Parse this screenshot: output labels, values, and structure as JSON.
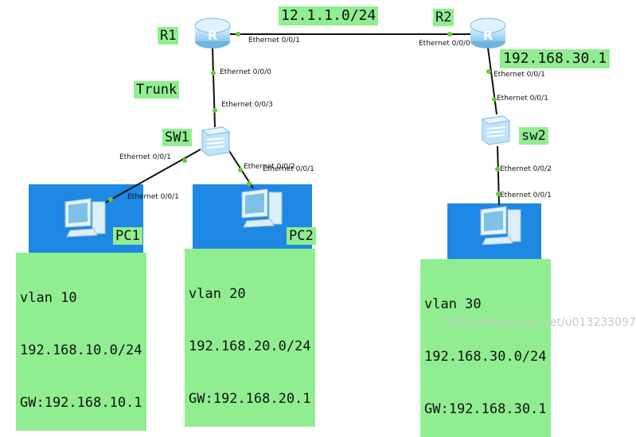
{
  "network": "12.1.1.0/24",
  "r1": {
    "label": "R1"
  },
  "r2": {
    "label": "R2",
    "ip": "192.168.30.1"
  },
  "trunk": "Trunk",
  "sw1": {
    "label": "SW1"
  },
  "sw2": {
    "label": "sw2"
  },
  "pc1": {
    "label": "PC1"
  },
  "pc2": {
    "label": "PC2"
  },
  "ports": {
    "r1_e001": "Ethernet 0/0/1",
    "r2_e000": "Ethernet 0/0/0",
    "r1_e000": "Ethernet 0/0/0",
    "sw1_e003": "Ethernet 0/0/3",
    "sw1_e001": "Ethernet 0/0/1",
    "pc1_e001": "Ethernet 0/0/1",
    "sw1_e002_overlap": "Ethernet 0/0/2",
    "pc2_e001_overlap": "Ethernet 0/0/1",
    "r2_e001": "Ethernet 0/0/1",
    "sw2_e001": "Ethernet 0/0/1",
    "sw2_e002": "Ethernet 0/0/2",
    "pc3_e001": "Ethernet 0/0/1"
  },
  "vlan10": {
    "line1": "vlan 10",
    "line2": "192.168.10.0/24",
    "line3": "GW:192.168.10.1"
  },
  "vlan20": {
    "line1": "vlan 20",
    "line2": "192.168.20.0/24",
    "line3": "GW:192.168.20.1"
  },
  "vlan30": {
    "line1": "vlan 30",
    "line2": "192.168.30.0/24",
    "line3": "GW:192.168.30.1"
  },
  "watermark": "https://blog.csdn.net/u013233097",
  "colors": {
    "label_bg": "#90ee90",
    "vlan_area": "#1e88e5",
    "link": "#111111",
    "port_dot": "#66cc33"
  },
  "icons": {
    "router": "router-icon",
    "switch": "switch-icon",
    "pc": "pc-icon"
  }
}
